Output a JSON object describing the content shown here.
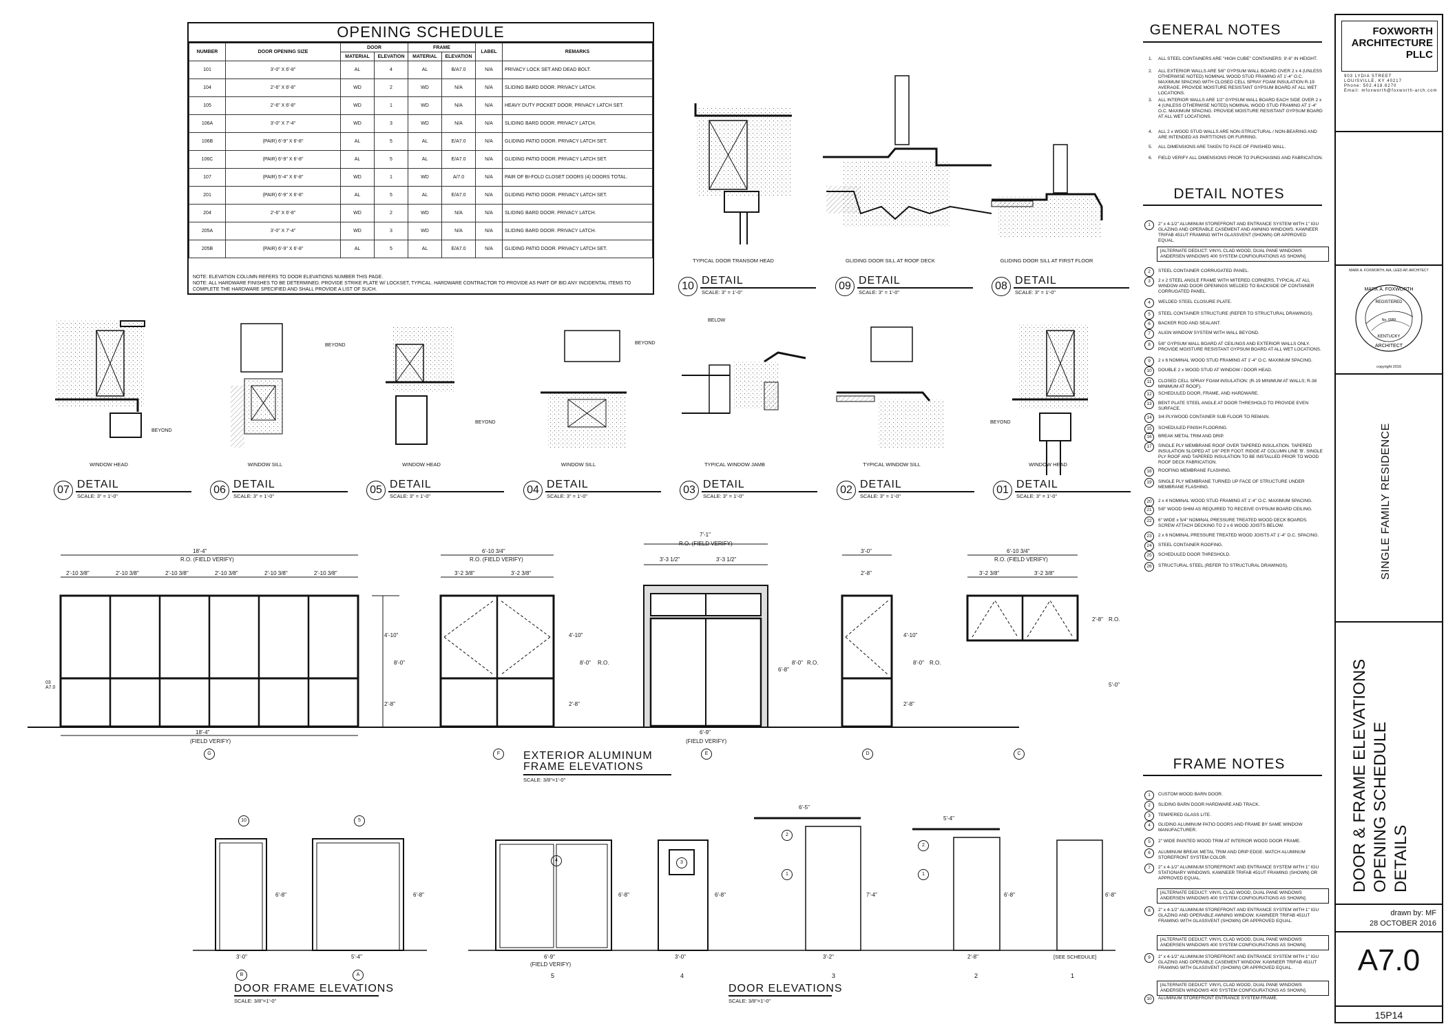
{
  "schedule": {
    "title": "OPENING SCHEDULE",
    "head": {
      "number": "NUMBER",
      "size": "DOOR OPENING SIZE",
      "door": "DOOR",
      "frame": "FRAME",
      "label": "LABEL",
      "remarks": "REMARKS",
      "material": "MATERIAL",
      "elevation": "ELEVATION"
    },
    "rows": [
      [
        "101",
        "3'-0\" X 6'-8\"",
        "AL",
        "4",
        "AL",
        "B/A7.0",
        "N/A",
        "PRIVACY LOCK SET AND DEAD BOLT."
      ],
      [
        "104",
        "2'-6\" X 6'-8\"",
        "WD",
        "2",
        "WD",
        "N/A",
        "N/A",
        "SLIDING BARD DOOR. PRIVACY LATCH."
      ],
      [
        "105",
        "2'-6\" X 6'-8\"",
        "WD",
        "1",
        "WD",
        "N/A",
        "N/A",
        "HEAVY DUTY POCKET DOOR. PRIVACY LATCH SET."
      ],
      [
        "106A",
        "3'-0\" X 7'-4\"",
        "WD",
        "3",
        "WD",
        "N/A",
        "N/A",
        "SLIDING BARD DOOR. PRIVACY LATCH."
      ],
      [
        "106B",
        "(PAIR) 6'-9\" X 6'-8\"",
        "AL",
        "5",
        "AL",
        "E/A7.0",
        "N/A",
        "GLIDING PATIO DOOR. PRIVACY LATCH SET."
      ],
      [
        "106C",
        "(PAIR) 6'-9\" X 6'-8\"",
        "AL",
        "5",
        "AL",
        "E/A7.0",
        "N/A",
        "GLIDING PATIO DOOR. PRIVACY LATCH SET."
      ],
      [
        "107",
        "(PAIR) 5'-4\" X 6'-8\"",
        "WD",
        "1",
        "WD",
        "A/7.0",
        "N/A",
        "PAIR OF BI-FOLD CLOSET DOORS (4) DOORS TOTAL."
      ],
      [
        "201",
        "(PAIR) 6'-9\" X 6'-8\"",
        "AL",
        "5",
        "AL",
        "E/A7.0",
        "N/A",
        "GLIDING PATIO DOOR. PRIVACY LATCH SET."
      ],
      [
        "204",
        "2'-6\" X 6'-8\"",
        "WD",
        "2",
        "WD",
        "N/A",
        "N/A",
        "SLIDING BARD DOOR. PRIVACY LATCH."
      ],
      [
        "205A",
        "3'-0\" X 7'-4\"",
        "WD",
        "3",
        "WD",
        "N/A",
        "N/A",
        "SLIDING BARD DOOR. PRIVACY LATCH."
      ],
      [
        "205B",
        "(PAIR) 6'-9\" X 6'-8\"",
        "AL",
        "5",
        "AL",
        "E/A7.0",
        "N/A",
        "GLIDING PATIO DOOR. PRIVACY LATCH SET."
      ]
    ],
    "note1": "NOTE: ELEVATION COLUMN REFERS TO DOOR ELEVATIONS NUMBER THIS PAGE.",
    "note2": "NOTE: ALL HARDWARE FINISHES TO BE DETERMINED. PROVIDE STRIKE PLATE W/ LOCKSET, TYPICAL. HARDWARE CONTRACTOR TO PROVIDE AS PART OF BID ANY INCIDENTAL ITEMS TO COMPLETE THE HARDWARE SPECIFIED AND SHALL PROVIDE A LIST OF SUCH."
  },
  "general_notes": {
    "title": "GENERAL NOTES",
    "items": [
      "ALL STEEL CONTAINERS ARE \"HIGH CUBE\" CONTAINERS: 9'-6\" IN HEIGHT.",
      "ALL EXTERIOR WALLS ARE 5/8\" GYPSUM WALL BOARD OVER 2 x 4 (UNLESS OTHERWISE NOTED) NOMINAL WOOD STUD FRAMING AT 1'-4\" O.C. MAXIMUM SPACING WITH CLOSED CELL SPRAY FOAM INSULATION R-19 AVERAGE. PROVIDE MOISTURE RESISTANT GYPSUM BOARD AT ALL WET LOCATIONS.",
      "ALL INTERIOR WALLS ARE 1/2\" GYPSUM WALL BOARD EACH SIDE OVER 2 x 4 (UNLESS OTHERWISE NOTED) NOMINAL WOOD STUD FRAMING AT 1'-4\" O.C. MAXIMUM SPACING. PROVIDE MOISTURE RESISTANT GYPSUM BOARD AT ALL WET LOCATIONS.",
      "ALL 2 x WOOD STUD WALLS ARE NON-STRUCTURAL / NON-BEARING AND ARE INTENDED AS PARTITIONS OR FURRING.",
      "ALL DIMENSIONS ARE TAKEN TO FACE OF FINISHED WALL.",
      "FIELD VERIFY ALL DIMENSIONS PRIOR TO PURCHASING AND FABRICATION."
    ]
  },
  "detail_notes": {
    "title": "DETAIL NOTES",
    "alt": "[ALTERNATE DEDUCT: VINYL CLAD WOOD, DUAL PANE WINDOWS ANDERSEN WINDOWS 400 SYSTEM CONFIGURATIONS AS SHOWN].",
    "items": [
      [
        "1",
        "2\" x 4-1/2\" ALUMINUM STOREFRONT AND ENTRANCE SYSTEM WITH 1\" IGU GLAZING AND OPERABLE CASEMENT AND AWNING WINDOWS. KAWNEER TRIFAB 451UT FRAMING WITH GLASSVENT (SHOWN) OR APPROVED EQUAL."
      ],
      [
        "2",
        "STEEL CONTAINER CORRUGATED PANEL."
      ],
      [
        "3",
        "2 x 2 STEEL ANGLE FRAME WITH MITERED CORNERS, TYPICAL AT ALL WINDOW AND DOOR OPENINGS WELDED TO BACKSIDE OF CONTAINER CORRUGATED PANEL."
      ],
      [
        "4",
        "WELDED STEEL CLOSURE PLATE."
      ],
      [
        "5",
        "STEEL CONTAINER STRUCTURE (REFER TO STRUCTURAL DRAWINGS)."
      ],
      [
        "6",
        "BACKER ROD AND SEALANT."
      ],
      [
        "7",
        "ALIGN WINDOW SYSTEM WITH WALL BEYOND."
      ],
      [
        "8",
        "5/8\" GYPSUM WALL BOARD AT CEILINGS AND EXTERIOR WALLS ONLY. PROVIDE MOISTURE RESISTANT GYPSUM BOARD AT ALL WET LOCATIONS."
      ],
      [
        "9",
        "2 x 6 NOMINAL WOOD STUD FRAMING AT 1'-4\" O.C. MAXIMUM SPACING."
      ],
      [
        "10",
        "DOUBLE 2 x WOOD STUD AT WINDOW / DOOR HEAD."
      ],
      [
        "11",
        "CLOSED CELL SPRAY FOAM INSULATION: (R-19 MINIMUM AT WALLS; R-38 MINIMUM AT ROOF)."
      ],
      [
        "12",
        "SCHEDULED DOOR, FRAME, AND HARDWARE."
      ],
      [
        "13",
        "BENT PLATE STEEL ANGLE AT DOOR THRESHOLD TO PROVIDE EVEN SURFACE."
      ],
      [
        "14",
        "3/4 PLYWOOD CONTAINER SUB FLOOR TO REMAIN."
      ],
      [
        "15",
        "SCHEDULED FINISH FLOORING."
      ],
      [
        "16",
        "BREAK METAL TRIM AND DRIP."
      ],
      [
        "17",
        "SINGLE PLY MEMBRANE ROOF OVER TAPERED INSULATION. TAPERED INSULATION SLOPED AT 1/8\" PER FOOT. RIDGE AT COLUMN LINE 'B'. SINGLE PLY ROOF AND TAPERED INSULATION TO BE INSTALLED PRIOR TO WOOD ROOF DECK FABRICATION."
      ],
      [
        "18",
        "ROOFING MEMBRANE FLASHING."
      ],
      [
        "19",
        "SINGLE PLY MEMBRANE TURNED UP FACE OF STRUCTURE UNDER MEMBRANE FLASHING."
      ],
      [
        "20",
        "2 x 4 NOMINAL WOOD STUD FRAMING AT 1'-4\" O.C. MAXIMUM SPACING."
      ],
      [
        "21",
        "5/8\" WOOD SHIM AS REQUIRED TO RECEIVE GYPSUM BOARD CEILING."
      ],
      [
        "22",
        "6\" WIDE x 5/4\" NOMINAL PRESSURE TREATED WOOD DECK BOARDS. SCREW ATTACH DECKING TO 2 x 6 WOOD JOISTS BELOW."
      ],
      [
        "23",
        "2 x 6 NOMINAL PRESSURE TREATED WOOD JOISTS AT 1'-4\" O.C. SPACING."
      ],
      [
        "24",
        "STEEL CONTAINER ROOFING."
      ],
      [
        "25",
        "SCHEDULED DOOR THRESHOLD."
      ],
      [
        "26",
        "STRUCTURAL STEEL (REFER TO STRUCTURAL DRAWINGS)."
      ]
    ]
  },
  "frame_notes": {
    "title": "FRAME NOTES",
    "alt": "[ALTERNATE DEDUCT: VINYL CLAD WOOD, DUAL PANE WINDOWS ANDERSEN WINDOWS 400 SYSTEM CONFIGURATIONS AS SHOWN].",
    "items": [
      [
        "1",
        "CUSTOM WOOD BARN DOOR."
      ],
      [
        "2",
        "SLIDING BARN DOOR HARDWARE AND TRACK."
      ],
      [
        "3",
        "TEMPERED GLASS LITE."
      ],
      [
        "4",
        "GLIDING ALUMINUM PATIO DOORS AND FRAME BY SAME WINDOW MANUFACTURER."
      ],
      [
        "5",
        "2\" WIDE PAINTED WOOD TRIM AT INTERIOR WOOD DOOR FRAME."
      ],
      [
        "6",
        "ALUMINUM BREAK METAL TRIM AND DRIP EDGE. MATCH ALUMINUM STOREFRONT SYSTEM COLOR."
      ],
      [
        "7",
        "2\" x 4-1/2\" ALUMINUM STOREFRONT AND ENTRANCE SYSTEM WITH 1\" IGU STATIONARY WINDOWS. KAWNEER TRIFAB 451UT FRAMING (SHOWN) OR APPROVED EQUAL."
      ],
      [
        "8",
        "2\" x 4-1/2\" ALUMINUM STOREFRONT AND ENTRANCE SYSTEM WITH 1\" IGU GLAZING AND OPERABLE AWNING WINDOW. KAWNEER TRIFAB 451UT FRAMING WITH GLASSVENT (SHOWN) OR APPROVED EQUAL."
      ],
      [
        "9",
        "2\" x 4-1/2\" ALUMINUM STOREFRONT AND ENTRANCE SYSTEM WITH 1\" IGU GLAZING AND OPERABLE CASEMENT WINDOW. KAWNEER TRIFAB 451UT FRAMING WITH GLASSVENT (SHOWN) OR APPROVED EQUAL."
      ],
      [
        "10",
        "ALUMINUM STOREFRONT ENTRANCE SYSTEM FRAME."
      ]
    ]
  },
  "title_block": {
    "firm_line1": "FOXWORTH",
    "firm_line2": "ARCHITECTURE",
    "firm_line3": "PLLC",
    "addr1": "903 LYDIA STREET",
    "addr2": "LOUISVILLE, KY 40217",
    "phone": "Phone: 502.418.6270",
    "email": "Email: mfoxworth@foxworth-arch.com",
    "seal_caption": "MARK A. FOXWORTH, AIA, LEED AP, ARCHITECT",
    "seal_name": "MARK A. FOXWORTH",
    "seal_reg": "REGISTERED",
    "seal_state": "KENTUCKY",
    "seal_arch": "ARCHITECT",
    "seal_no": "No. 6989",
    "copyright": "copyright 2016",
    "project": "SINGLE FAMILY RESIDENCE",
    "sheet_title1": "DOOR & FRAME ELEVATIONS",
    "sheet_title2": "OPENING SCHEDULE",
    "sheet_title3": "DETAILS",
    "drawn_by": "drawn by: MF",
    "date": "28 OCTOBER 2016",
    "sheet_number": "A7.0",
    "job_number": "15P14"
  },
  "details": {
    "label": "DETAIL",
    "scale": "SCALE: 3\" = 1'-0\"",
    "top": [
      {
        "num": "10",
        "caption": "TYPICAL DOOR TRANSOM HEAD"
      },
      {
        "num": "09",
        "caption": "GLIDING DOOR SILL AT ROOF DECK"
      },
      {
        "num": "08",
        "caption": "GLIDING DOOR SILL AT FIRST FLOOR"
      }
    ],
    "row": [
      {
        "num": "07",
        "caption": "WINDOW HEAD"
      },
      {
        "num": "06",
        "caption": "WINDOW SILL"
      },
      {
        "num": "05",
        "caption": "WINDOW HEAD"
      },
      {
        "num": "04",
        "caption": "WINDOW SILL"
      },
      {
        "num": "03",
        "caption": "TYPICAL WINDOW JAMB"
      },
      {
        "num": "02",
        "caption": "TYPICAL WINDOW SILL"
      },
      {
        "num": "01",
        "caption": "WINDOW HEAD"
      }
    ],
    "beyond": "BEYOND",
    "below": "BELOW"
  },
  "elevations": {
    "ext_title1": "EXTERIOR ALUMINUM",
    "ext_title2": "FRAME ELEVATIONS",
    "ext_scale": "SCALE: 3/8\"=1'-0\"",
    "frame_title": "DOOR FRAME ELEVATIONS",
    "frame_scale": "SCALE: 3/8\"=1'-0\"",
    "door_title": "DOOR ELEVATIONS",
    "door_scale": "SCALE: 3/8\"=1'-0\"",
    "g": {
      "width": "18'-4\"",
      "ro": "R.O. (FIELD VERIFY)",
      "bottom": "18'-4\"",
      "bottom2": "(FIELD VERIFY)",
      "bay": "2'-10 3/8\"",
      "grid": "G",
      "h1": "4'-10\"",
      "h2": "8'-0\"",
      "h3": "2'-8\"",
      "ref1": "03",
      "ref2": "A7.0"
    },
    "f": {
      "width": "6'-10 3/4\"",
      "ro": "R.O. (FIELD VERIFY)",
      "bay": "3'-2 3/8\"",
      "grid": "F",
      "h1": "4'-10\"",
      "h2": "8'-0\"",
      "h3": "2'-8\"",
      "ro_v": "R.O."
    },
    "e": {
      "width": "7'-1\"",
      "ro": "R.O. (FIELD VERIFY)",
      "bay1": "3'-3 1/2\"",
      "bay2": "3'-3 1/2\"",
      "bottom": "6'-9\"",
      "bottom2": "(FIELD VERIFY)",
      "grid": "E",
      "h1": "6'-8\"",
      "h2": "8'-0\"",
      "ro_v": "R.O."
    },
    "d": {
      "width": "3'-0\"",
      "bay": "2'-8\"",
      "grid": "D",
      "h1": "4'-10\"",
      "h2": "8'-0\"",
      "h3": "2'-8\"",
      "ro_v": "R.O."
    },
    "c": {
      "width": "6'-10 3/4\"",
      "ro": "R.O. (FIELD VERIFY)",
      "bay": "3'-2 3/8\"",
      "grid": "C",
      "h1": "2'-8\"",
      "h2": "5'-0\"",
      "ro_v": "R.O."
    },
    "frames": [
      {
        "grid": "B",
        "width": "3'-0\"",
        "height": "6'-8\"",
        "tag": "10"
      },
      {
        "grid": "A",
        "width": "5'-4\"",
        "height": "6'-8\"",
        "tag": "5"
      }
    ],
    "doors": [
      {
        "num": "5",
        "width": "6'-9\"",
        "width2": "(FIELD VERIFY)",
        "height": "6'-8\"",
        "tag": "4"
      },
      {
        "num": "4",
        "width": "3'-0\"",
        "height": "6'-8\"",
        "tag": "3"
      },
      {
        "num": "3",
        "width": "3'-2\"",
        "top": "6'-5\"",
        "height": "7'-4\"",
        "tag1": "2",
        "tag2": "1"
      },
      {
        "num": "2",
        "width": "2'-8\"",
        "top": "5'-4\"",
        "height": "6'-8\"",
        "tag1": "2",
        "tag2": "1"
      },
      {
        "num": "1",
        "width": "[SEE SCHEDULE]",
        "height": "6'-8\""
      }
    ]
  }
}
